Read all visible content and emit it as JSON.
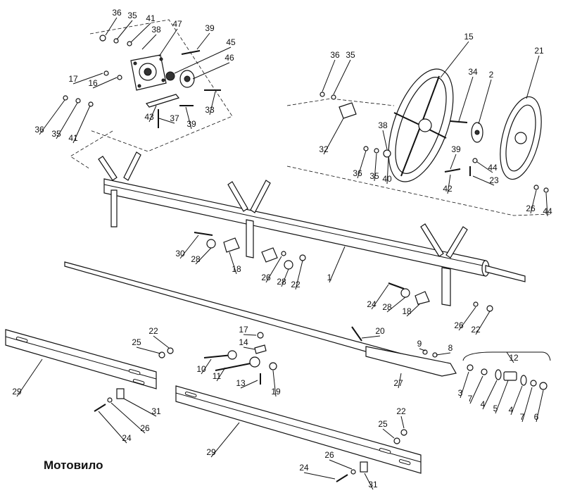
{
  "caption": "Мотовило",
  "parts": [
    "1",
    "2",
    "3",
    "4",
    "5",
    "6",
    "7",
    "8",
    "9",
    "10",
    "11",
    "12",
    "13",
    "14",
    "15",
    "16",
    "17",
    "18",
    "19",
    "20",
    "21",
    "22",
    "23",
    "24",
    "25",
    "26",
    "27",
    "28",
    "29",
    "30",
    "31",
    "32",
    "33",
    "34",
    "35",
    "36",
    "37",
    "38",
    "39",
    "40",
    "41",
    "42",
    "43",
    "44",
    "45",
    "46",
    "47"
  ],
  "callouts": [
    {
      "id": "c36a",
      "text": "36"
    },
    {
      "id": "c35a",
      "text": "35"
    },
    {
      "id": "c41a",
      "text": "41"
    },
    {
      "id": "c38a",
      "text": "38"
    },
    {
      "id": "c47",
      "text": "47"
    },
    {
      "id": "c39a",
      "text": "39"
    },
    {
      "id": "c45",
      "text": "45"
    },
    {
      "id": "c46",
      "text": "46"
    },
    {
      "id": "c17a",
      "text": "17"
    },
    {
      "id": "c16",
      "text": "16"
    },
    {
      "id": "c33",
      "text": "33"
    },
    {
      "id": "c43",
      "text": "43"
    },
    {
      "id": "c37",
      "text": "37"
    },
    {
      "id": "c39b",
      "text": "39"
    },
    {
      "id": "c36b",
      "text": "36"
    },
    {
      "id": "c35b",
      "text": "35"
    },
    {
      "id": "c41b",
      "text": "41"
    },
    {
      "id": "c36c",
      "text": "36"
    },
    {
      "id": "c35c",
      "text": "35"
    },
    {
      "id": "c32",
      "text": "32"
    },
    {
      "id": "c15",
      "text": "15"
    },
    {
      "id": "c34",
      "text": "34"
    },
    {
      "id": "c2",
      "text": "2"
    },
    {
      "id": "c21",
      "text": "21"
    },
    {
      "id": "c38b",
      "text": "38"
    },
    {
      "id": "c39c",
      "text": "39"
    },
    {
      "id": "c36d",
      "text": "36"
    },
    {
      "id": "c35d",
      "text": "35"
    },
    {
      "id": "c40",
      "text": "40"
    },
    {
      "id": "c42",
      "text": "42"
    },
    {
      "id": "c44a",
      "text": "44"
    },
    {
      "id": "c23",
      "text": "23"
    },
    {
      "id": "c26a",
      "text": "26"
    },
    {
      "id": "c44b",
      "text": "44"
    },
    {
      "id": "c30",
      "text": "30"
    },
    {
      "id": "c28a",
      "text": "28"
    },
    {
      "id": "c18a",
      "text": "18"
    },
    {
      "id": "c26b",
      "text": "26"
    },
    {
      "id": "c28b",
      "text": "28"
    },
    {
      "id": "c22a",
      "text": "22"
    },
    {
      "id": "c1",
      "text": "1"
    },
    {
      "id": "c24a",
      "text": "24"
    },
    {
      "id": "c28c",
      "text": "28"
    },
    {
      "id": "c18b",
      "text": "18"
    },
    {
      "id": "c26c",
      "text": "26"
    },
    {
      "id": "c22b",
      "text": "22"
    },
    {
      "id": "c22c",
      "text": "22"
    },
    {
      "id": "c25a",
      "text": "25"
    },
    {
      "id": "c17b",
      "text": "17"
    },
    {
      "id": "c14",
      "text": "14"
    },
    {
      "id": "c20",
      "text": "20"
    },
    {
      "id": "c9",
      "text": "9"
    },
    {
      "id": "c8",
      "text": "8"
    },
    {
      "id": "c12",
      "text": "12"
    },
    {
      "id": "c10",
      "text": "10"
    },
    {
      "id": "c11",
      "text": "11"
    },
    {
      "id": "c13",
      "text": "13"
    },
    {
      "id": "c19",
      "text": "19"
    },
    {
      "id": "c27",
      "text": "27"
    },
    {
      "id": "c3",
      "text": "3"
    },
    {
      "id": "c7a",
      "text": "7"
    },
    {
      "id": "c4a",
      "text": "4"
    },
    {
      "id": "c5",
      "text": "5"
    },
    {
      "id": "c4b",
      "text": "4"
    },
    {
      "id": "c7b",
      "text": "7"
    },
    {
      "id": "c6",
      "text": "6"
    },
    {
      "id": "c29a",
      "text": "29"
    },
    {
      "id": "c31a",
      "text": "31"
    },
    {
      "id": "c26d",
      "text": "26"
    },
    {
      "id": "c24b",
      "text": "24"
    },
    {
      "id": "c29b",
      "text": "29"
    },
    {
      "id": "c22d",
      "text": "22"
    },
    {
      "id": "c25b",
      "text": "25"
    },
    {
      "id": "c26e",
      "text": "26"
    },
    {
      "id": "c24c",
      "text": "24"
    },
    {
      "id": "c31b",
      "text": "31"
    }
  ]
}
